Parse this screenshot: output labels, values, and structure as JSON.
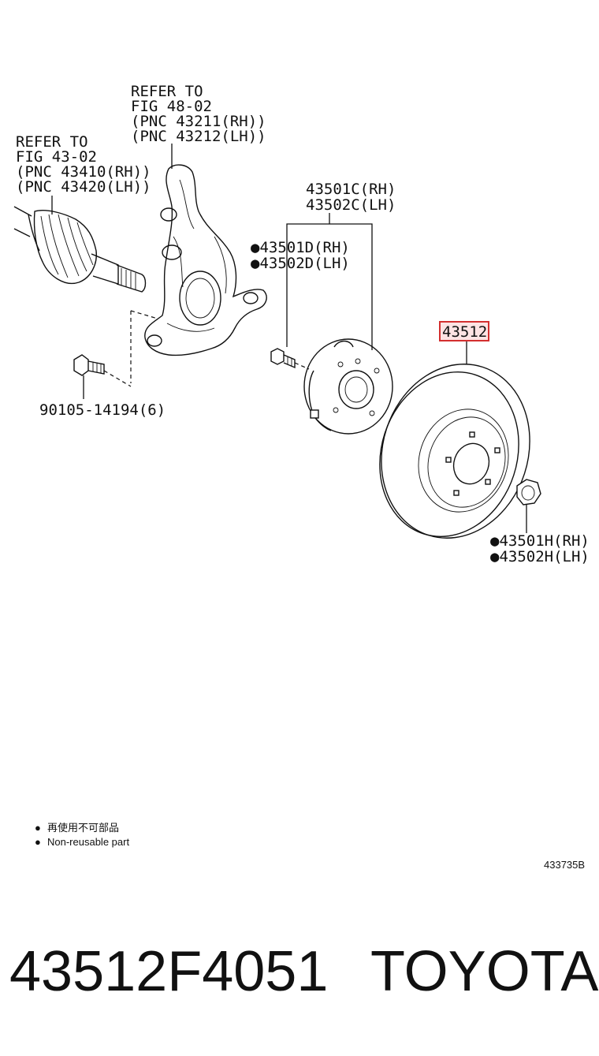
{
  "callouts": {
    "driveshaft": [
      "REFER TO",
      "FIG 43-02",
      "(PNC 43410(RH))",
      "(PNC 43420(LH))"
    ],
    "knuckle": [
      "REFER TO",
      "FIG 48-02",
      "(PNC 43211(RH))",
      "(PNC 43212(LH))"
    ],
    "hub_assy": [
      "43501C(RH)",
      "43502C(LH)"
    ],
    "hub_bolt": [
      "●43501D(RH)",
      "●43502D(LH)"
    ],
    "rotor": "43512",
    "hub_nut": [
      "●43501H(RH)",
      "●43502H(LH)"
    ],
    "knuckle_bolt": "90105-14194(6)"
  },
  "legend": {
    "bullet": "●",
    "japanese": "再使用不可部品",
    "english": "Non-reusable part"
  },
  "illustration_code": "433735B",
  "footer": {
    "part_number": "43512F4051",
    "brand": "TOYOTA"
  },
  "colors": {
    "highlight": "#d32f2f",
    "highlight_fill": "#fde3e3",
    "line": "#111111"
  }
}
